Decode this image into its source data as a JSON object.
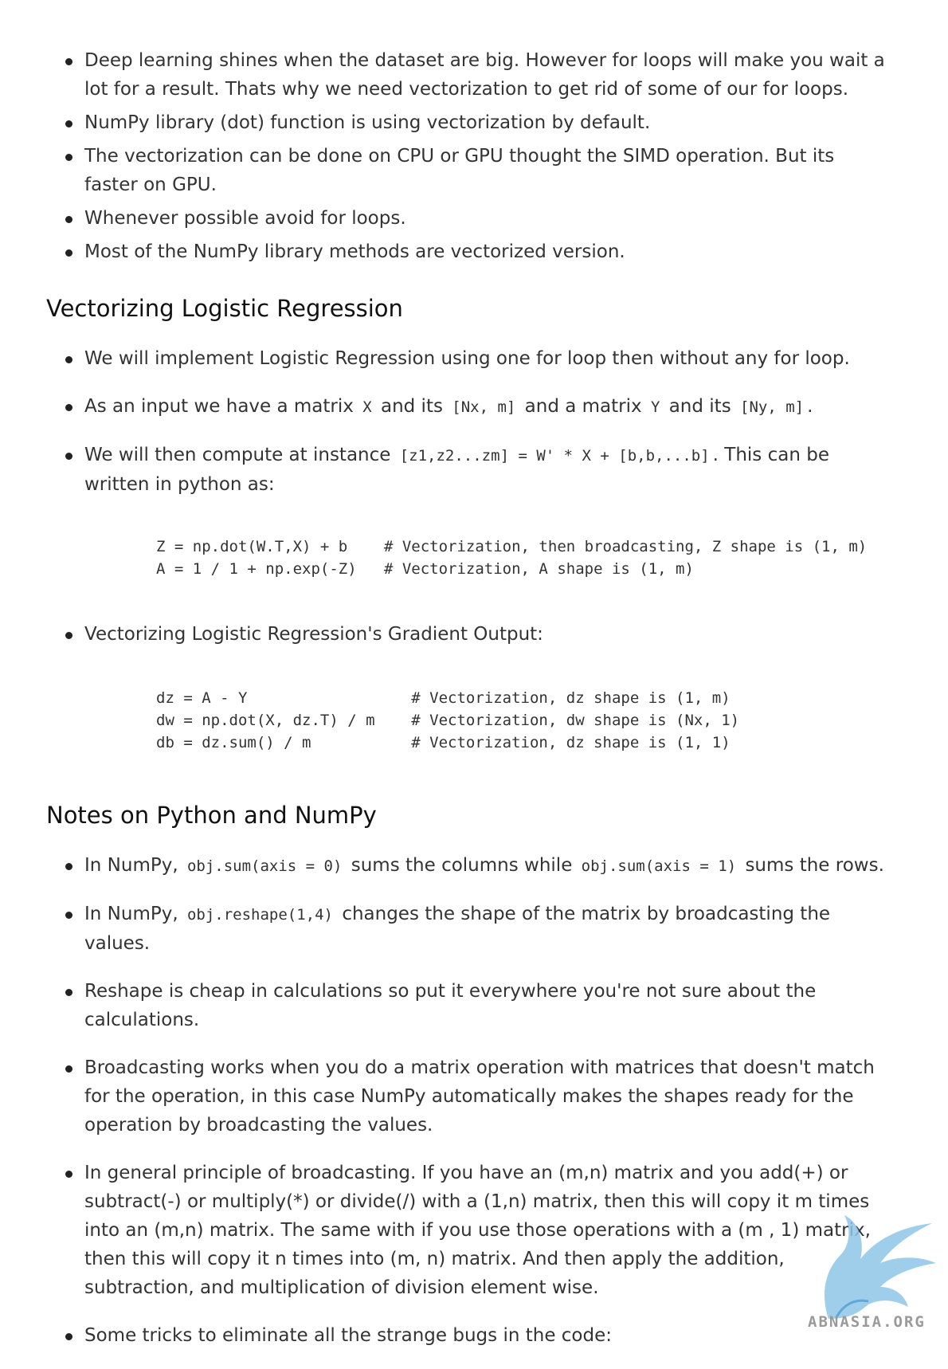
{
  "section_top": {
    "bullets": [
      "Deep learning shines when the dataset are big. However for loops will make you wait a lot for a result. Thats why we need vectorization to get rid of some of our for loops.",
      "NumPy library (dot) function is using vectorization by default.",
      "The vectorization can be done on CPU or GPU thought the SIMD operation. But its faster on GPU.",
      "Whenever possible avoid for loops.",
      "Most of the NumPy library methods are vectorized version."
    ]
  },
  "section_lr": {
    "heading": "Vectorizing Logistic Regression",
    "b1": "We will implement Logistic Regression using one for loop then without any for loop.",
    "b2": {
      "t1": "As an input we have a matrix",
      "c1": "X",
      "t2": "and its",
      "c2": "[Nx, m]",
      "t3": "and a matrix",
      "c3": "Y",
      "t4": "and its",
      "c4": "[Ny, m]",
      "t5": "."
    },
    "b3": {
      "t1": "We will then compute at instance",
      "c1": "[z1,z2...zm] = W' * X + [b,b,...b]",
      "t2": ". This can be written in python as:"
    },
    "code1": "Z = np.dot(W.T,X) + b    # Vectorization, then broadcasting, Z shape is (1, m)\nA = 1 / 1 + np.exp(-Z)   # Vectorization, A shape is (1, m)",
    "b4": "Vectorizing Logistic Regression's Gradient Output:",
    "code2": "dz = A - Y                  # Vectorization, dz shape is (1, m)\ndw = np.dot(X, dz.T) / m    # Vectorization, dw shape is (Nx, 1)\ndb = dz.sum() / m           # Vectorization, dz shape is (1, 1)"
  },
  "section_np": {
    "heading": "Notes on Python and NumPy",
    "b1": {
      "t1": "In NumPy,",
      "c1": "obj.sum(axis = 0)",
      "t2": "sums the columns while",
      "c2": "obj.sum(axis = 1)",
      "t3": "sums the rows."
    },
    "b2": {
      "t1": "In NumPy,",
      "c1": "obj.reshape(1,4)",
      "t2": "changes the shape of the matrix by broadcasting the values."
    },
    "b3": "Reshape is cheap in calculations so put it everywhere you're not sure about the calculations.",
    "b4": "Broadcasting works when you do a matrix operation with matrices that doesn't match for the operation, in this case NumPy automatically makes the shapes ready for the operation by broadcasting the values.",
    "b5": "In general principle of broadcasting. If you have an (m,n) matrix and you add(+) or subtract(-) or multiply(*) or divide(/) with a (1,n) matrix, then this will copy it m times into an (m,n) matrix. The same with if you use those operations with a (m , 1) matrix, then this will copy it n times into (m, n) matrix. And then apply the addition, subtraction, and multiplication of division element wise.",
    "b6": "Some tricks to eliminate all the strange bugs in the code:"
  },
  "watermark": {
    "text": "ABNASIA.ORG",
    "icon": "griffin-logo-icon",
    "color": "#8ec5e8"
  }
}
